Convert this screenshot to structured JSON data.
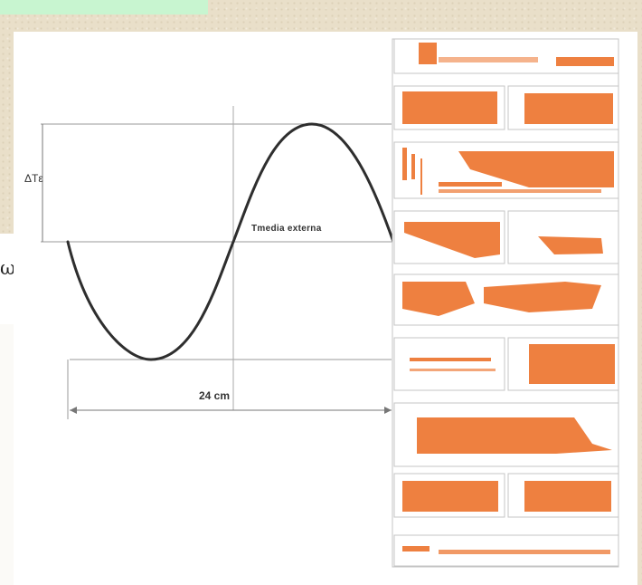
{
  "diagram": {
    "amplitude_label": "ΔTε",
    "midline_label": "Tmedia externa",
    "length_label": "24 cm",
    "side_text": "ωτ"
  },
  "colors": {
    "brick": "#ee8040",
    "mortar": "#ffffff",
    "wall_outline": "#c4c4c4",
    "sine": "#2e2e2e",
    "line": "#888888",
    "background": "#e9dfc9",
    "banner": "#c8f5d0"
  }
}
